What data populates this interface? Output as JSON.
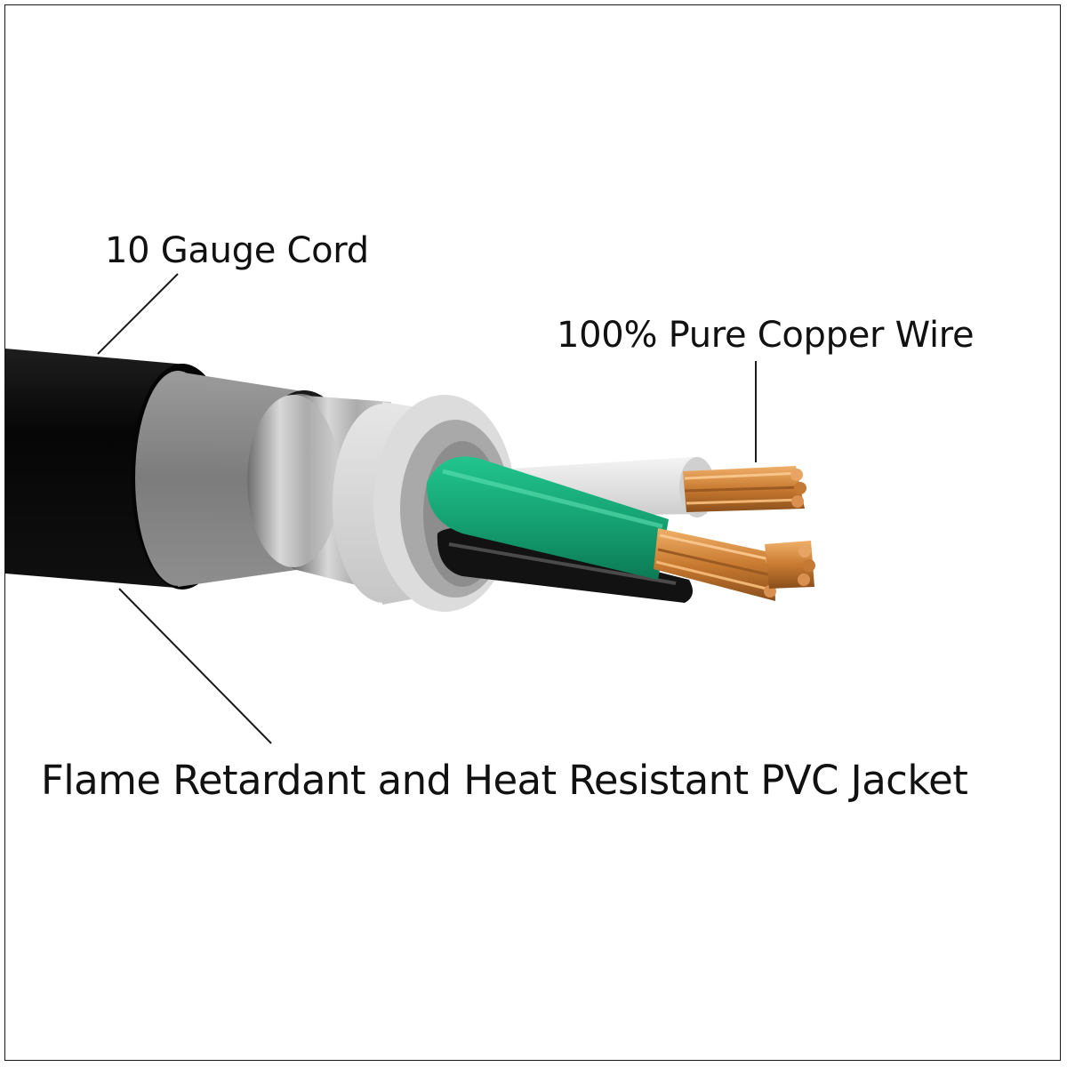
{
  "labels": {
    "gauge": "10 Gauge Cord",
    "copper": "100% Pure Copper Wire",
    "jacket": "Flame Retardant and Heat Resistant PVC Jacket"
  },
  "colors": {
    "outer_jacket": "#0c0c0c",
    "inner_jacket": "#8a8a8a",
    "foil_shield": "#b9b9b9",
    "insulation_filler": "#d6d6d6",
    "green_wire": "#18a77a",
    "white_wire": "#e3e3e3",
    "black_wire": "#141414",
    "copper": "#c87a30",
    "leader_line": "#1a1a1a"
  }
}
